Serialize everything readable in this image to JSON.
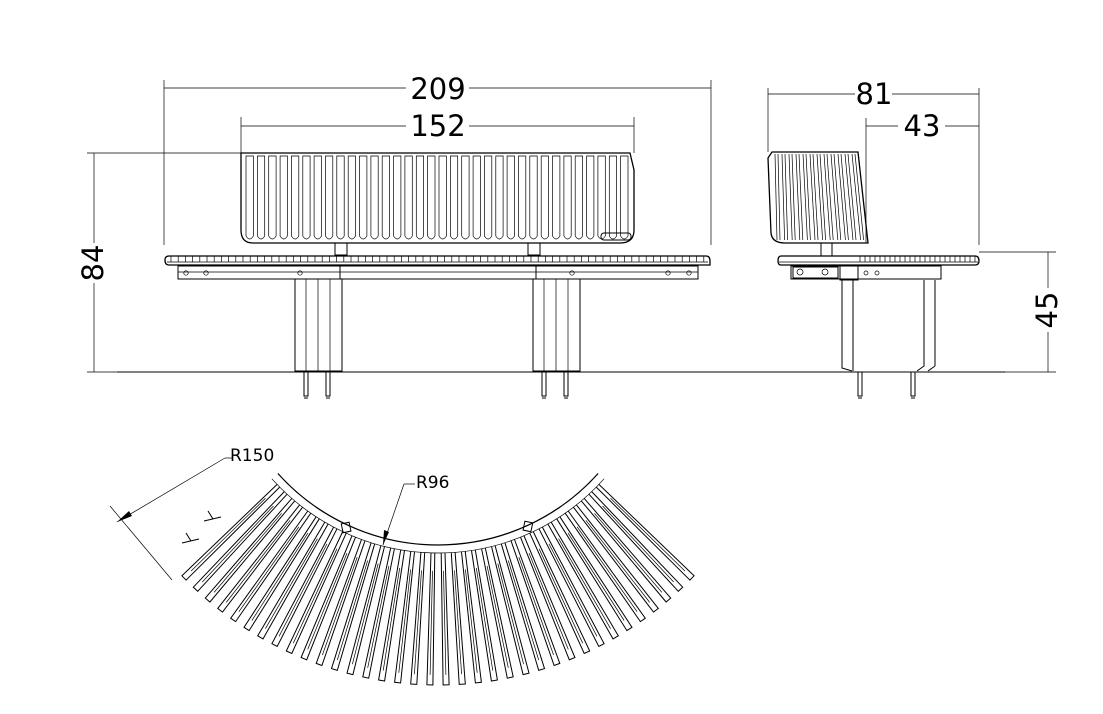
{
  "front_view": {
    "overall_width": "209",
    "backrest_width": "152",
    "overall_height": "84"
  },
  "side_view": {
    "depth": "81",
    "backrest_offset": "43",
    "seat_height": "45"
  },
  "plan_view": {
    "outer_radius": "R150",
    "inner_radius": "R96"
  }
}
